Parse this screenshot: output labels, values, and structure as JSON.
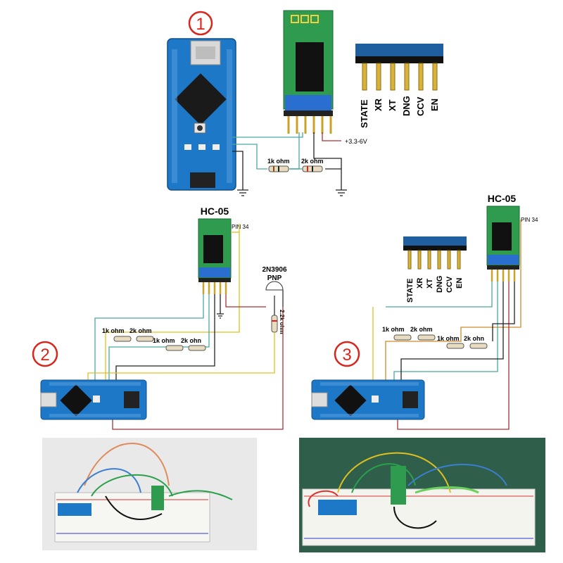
{
  "circuits": [
    {
      "number": "1",
      "module_label": "",
      "pins": [
        "STATE",
        "XR",
        "XT",
        "DNG",
        "CCV",
        "EN"
      ],
      "supply_label": "+3.3-6V",
      "resistors": [
        "1k ohm",
        "2k ohm"
      ]
    },
    {
      "number": "2",
      "module_label": "HC-05",
      "pin_label": "PIN 34",
      "transistor_label": "2N3906",
      "transistor_type": "PNP",
      "resistors": [
        "1k ohm",
        "2k ohm",
        "1k ohm",
        "2k ohn"
      ],
      "base_resistor": "2.2k ohm"
    },
    {
      "number": "3",
      "module_label": "HC-05",
      "pin_label": "PIN 34",
      "pins": [
        "STATE",
        "XR",
        "XT",
        "DNG",
        "CCV",
        "EN"
      ],
      "resistors": [
        "1k ohm",
        "2k ohm",
        "1k ohm",
        "2k ohn"
      ]
    }
  ],
  "colors": {
    "circle": "#d8261c",
    "board": "#1e78c8",
    "module_green": "#2e9b4f",
    "module_blue": "#2a6fd0",
    "wire_teal": "#4aa8a0",
    "wire_yellow": "#e0c020",
    "wire_red": "#a83232",
    "wire_black": "#222222",
    "wire_orange": "#d08a2a"
  }
}
